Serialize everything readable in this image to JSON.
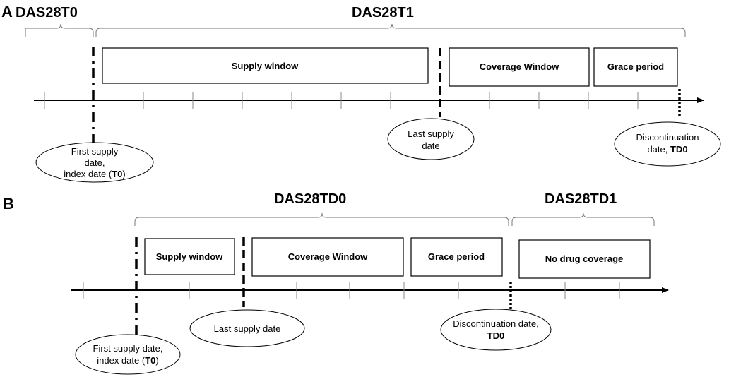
{
  "panel_a": {
    "letter": "A",
    "periods": {
      "t0": "DAS28T0",
      "t1": "DAS28T1"
    },
    "boxes": {
      "supply": "Supply window",
      "coverage": "Coverage  Window",
      "grace": "Grace period"
    },
    "ellipses": {
      "first_supply": {
        "line1": "First supply",
        "line2": "date,",
        "line3_prefix": "index date (",
        "line3_bold": "T0",
        "line3_suffix": ")"
      },
      "last_supply": {
        "line1": "Last supply",
        "line2": "date"
      },
      "discontinuation": {
        "line1": "Discontinuation",
        "line2_prefix": "date, ",
        "line2_bold": "TD0"
      }
    }
  },
  "panel_b": {
    "letter": "B",
    "periods": {
      "td0": "DAS28TD0",
      "td1": "DAS28TD1"
    },
    "boxes": {
      "supply": "Supply window",
      "coverage": "Coverage  Window",
      "grace": "Grace period",
      "no_coverage": "No drug coverage"
    },
    "ellipses": {
      "first_supply": {
        "line1": "First supply date,",
        "line2_prefix": "index date (",
        "line2_bold": "T0",
        "line2_suffix": ")"
      },
      "last_supply": {
        "line1": "Last supply date"
      },
      "discontinuation": {
        "line1": "Discontinuation date,",
        "line2_bold": "TD0"
      }
    }
  }
}
